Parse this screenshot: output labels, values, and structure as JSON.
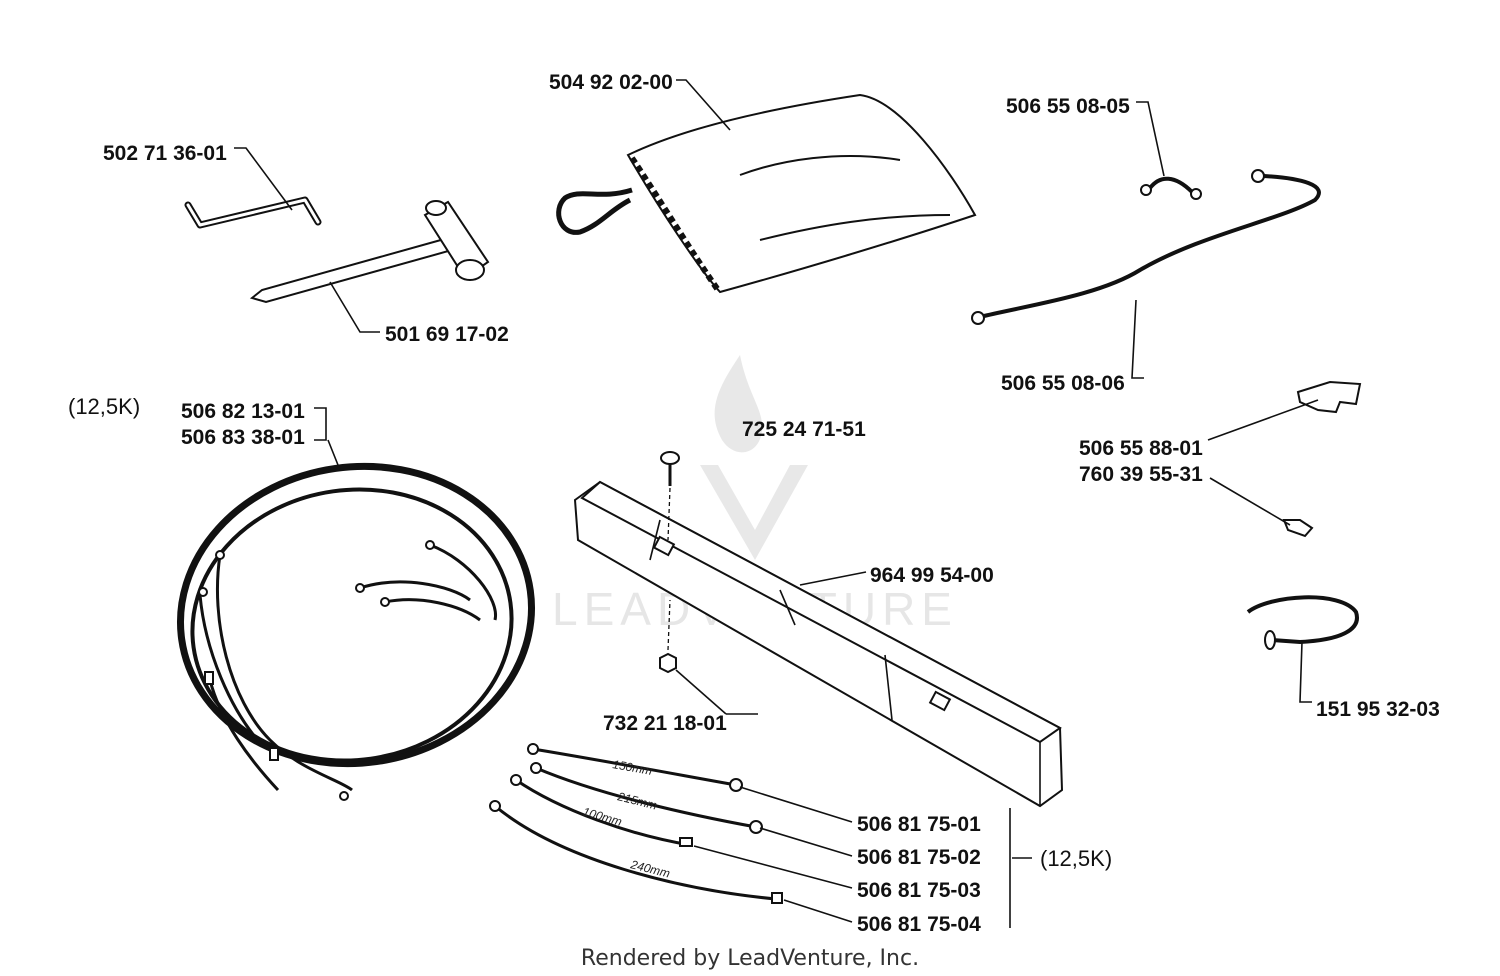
{
  "labels": {
    "p1": "502 71 36-01",
    "p2": "501 69 17-02",
    "p3": "504 92 02-00",
    "p4": "506 55 08-05",
    "p5": "506 55 08-06",
    "p6": "(12,5K)",
    "p7": "506 82 13-01",
    "p8": "506 83 38-01",
    "p9": "725 24 71-51",
    "p10": "506 55 88-01",
    "p11": "760 39 55-31",
    "p12": "964 99 54-00",
    "p13": "732 21 18-01",
    "p14": "151 95 32-03",
    "p15": "506 81 75-01",
    "p16": "506 81 75-02",
    "p17": "506 81 75-03",
    "p18": "506 81 75-04",
    "p19": "(12,5K)"
  },
  "dims": {
    "d1": "150mm",
    "d2": "215mm",
    "d3": "100mm",
    "d4": "240mm"
  },
  "watermark": "LEADVENTURE",
  "footer": "Rendered by LeadVenture, Inc."
}
